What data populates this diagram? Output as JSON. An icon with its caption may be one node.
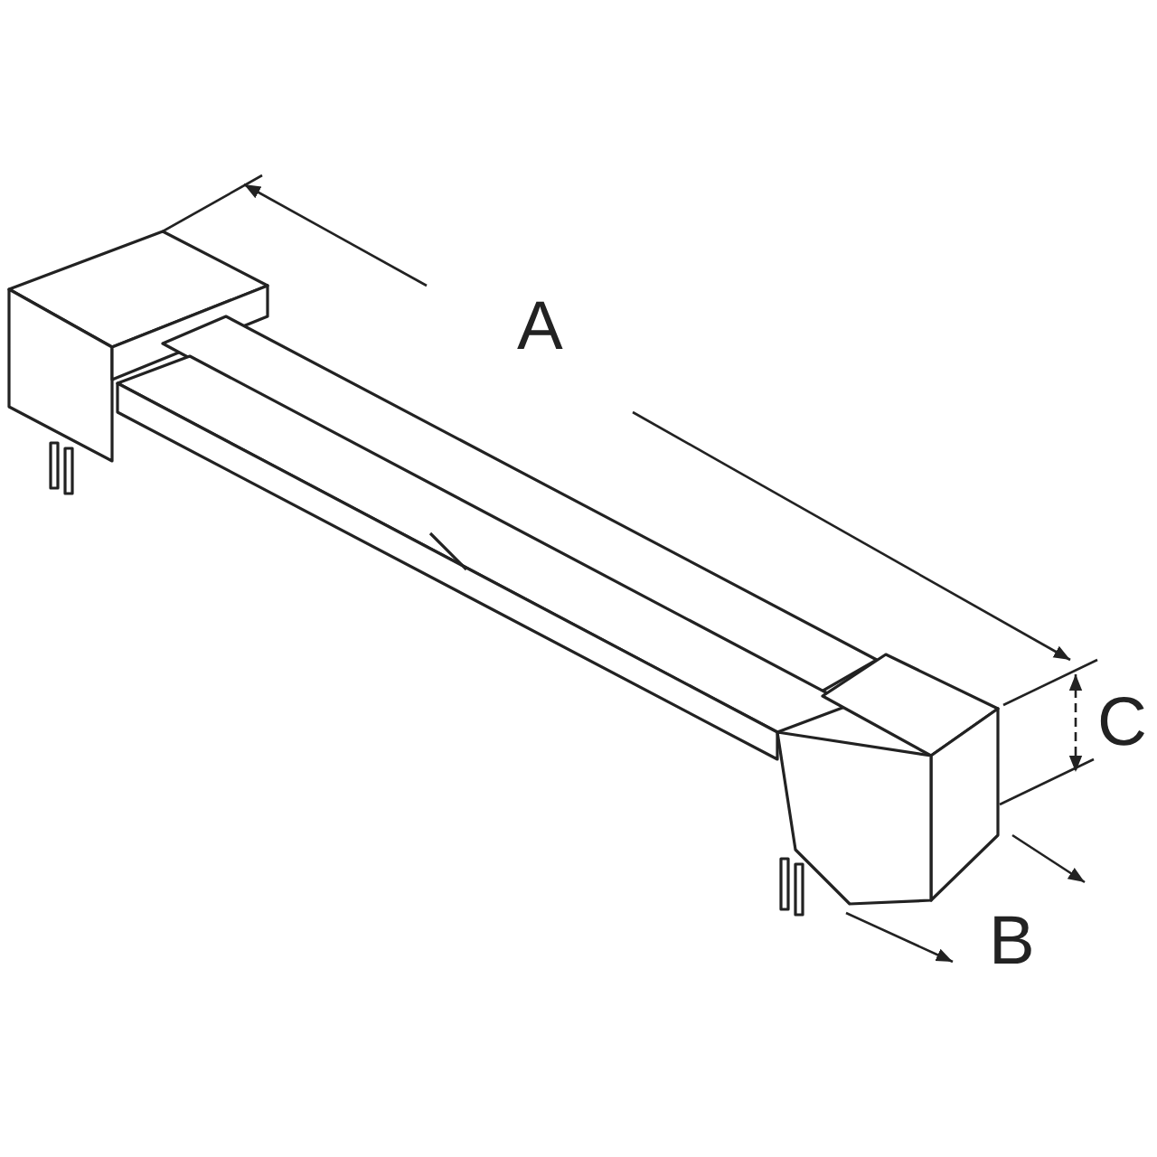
{
  "diagram": {
    "labels": [
      "A",
      "C",
      "B"
    ]
  }
}
